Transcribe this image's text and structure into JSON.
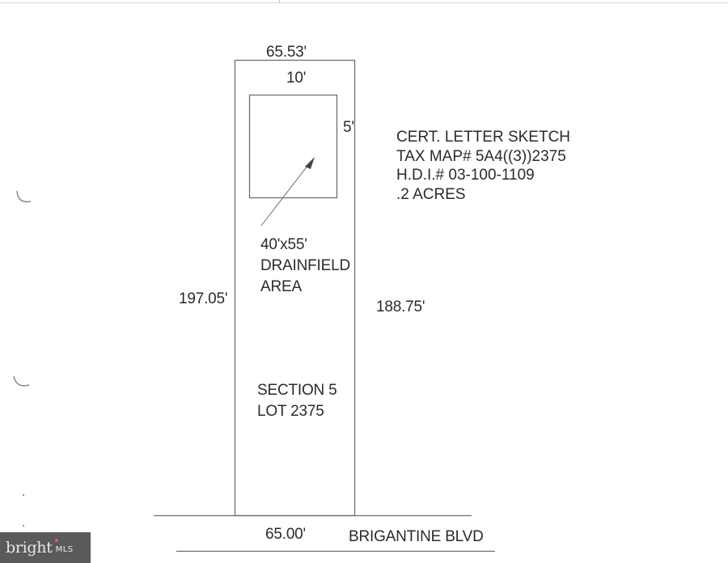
{
  "document": {
    "title": "CERT. LETTER SKETCH",
    "info_lines": [
      "CERT. LETTER SKETCH",
      "TAX MAP# 5A4((3))2375",
      "H.D.I.# 03-100-1109",
      ".2 ACRES"
    ]
  },
  "lot": {
    "dimensions": {
      "top": "65.53'",
      "bottom": "65.00'",
      "left": "197.05'",
      "right": "188.75'"
    },
    "setbacks": {
      "front": "10'",
      "side": "5'"
    },
    "drainfield": {
      "size": "40'x55'",
      "label_line1": "DRAINFIELD",
      "label_line2": "AREA"
    },
    "section": "SECTION 5",
    "lot_number": "LOT 2375"
  },
  "road": {
    "name": "BRIGANTINE BLVD"
  },
  "watermark": {
    "brand": "bright",
    "suffix": "MLS"
  },
  "colors": {
    "line": "#707070",
    "text": "#2b2b2b",
    "logo_bg": "#5a5a5a"
  }
}
